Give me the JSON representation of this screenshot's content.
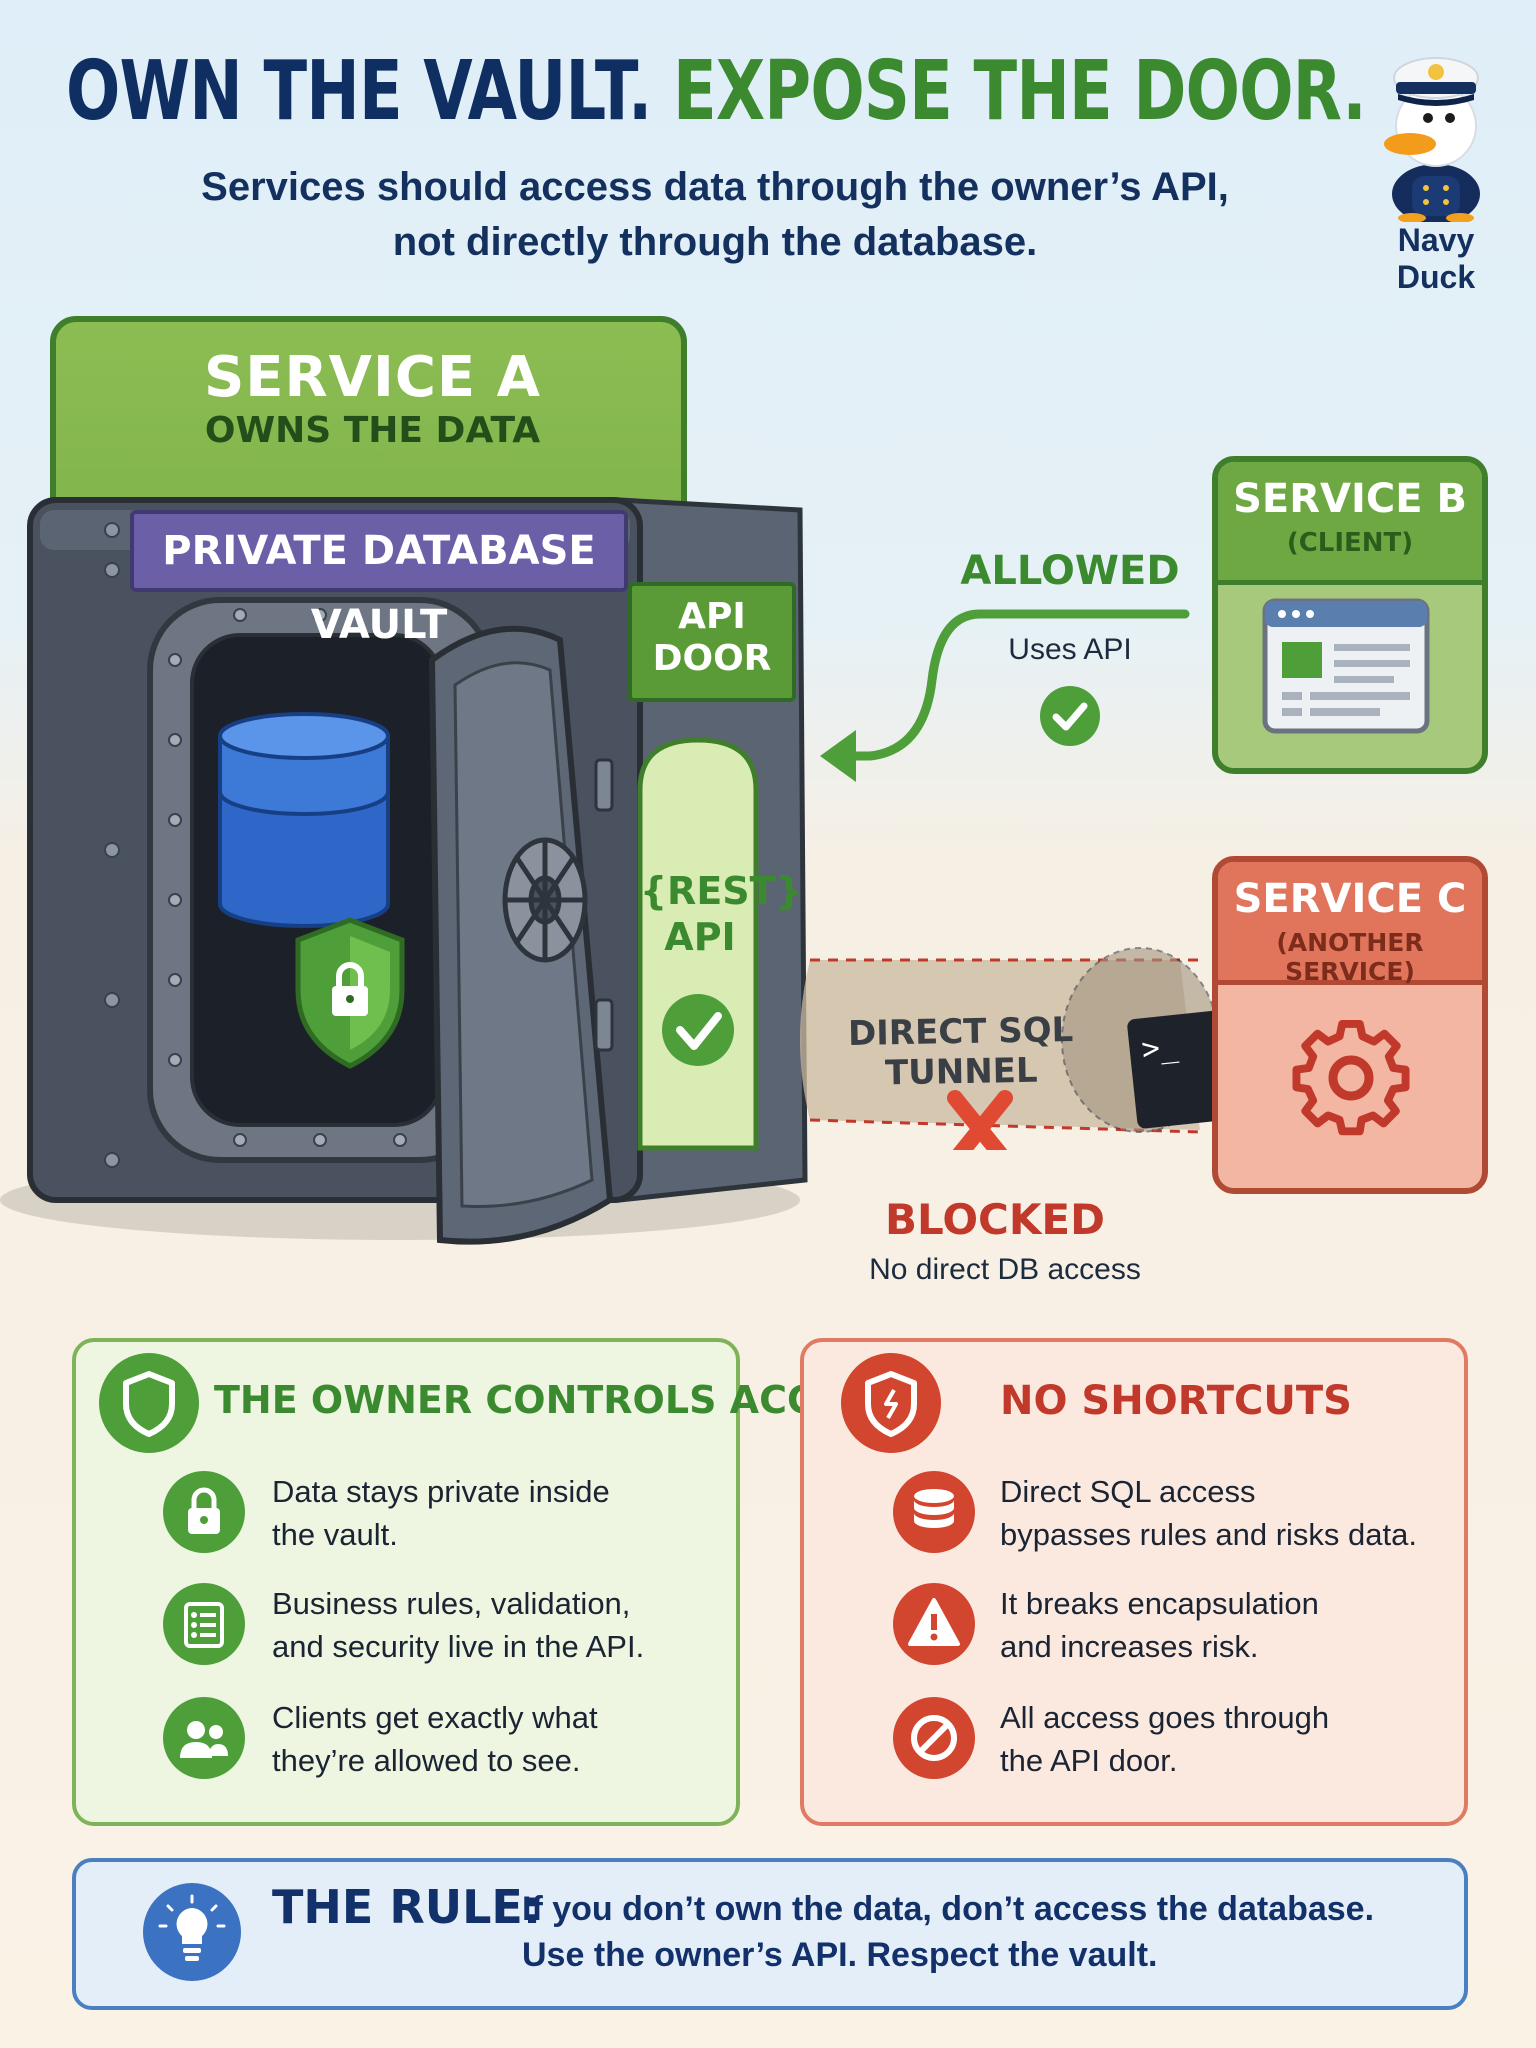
{
  "header": {
    "title_part1": "OWN THE VAULT.",
    "title_part2": "EXPOSE THE DOOR.",
    "subtitle_line1": "Services should access data through the owner’s API,",
    "subtitle_line2": "not directly through the database.",
    "mascot_label": "Navy Duck"
  },
  "service_a": {
    "title": "SERVICE A",
    "subtitle": "OWNS THE DATA"
  },
  "vault": {
    "label": "PRIVATE DATABASE VAULT",
    "api_door_line1": "API",
    "api_door_line2": "DOOR",
    "rest_line1": "{REST}",
    "rest_line2": "API"
  },
  "service_b": {
    "title": "SERVICE B",
    "subtitle": "(CLIENT)"
  },
  "service_c": {
    "title": "SERVICE C",
    "subtitle": "(ANOTHER SERVICE)"
  },
  "allowed": {
    "label": "ALLOWED",
    "caption": "Uses API"
  },
  "blocked": {
    "label": "BLOCKED",
    "caption": "No direct DB access",
    "tunnel_label": "DIRECT SQL TUNNEL",
    "terminal_prompt": ">_"
  },
  "owner_panel": {
    "title": "THE OWNER CONTROLS ACCESS",
    "items": [
      {
        "icon": "lock-icon",
        "line1": "Data stays private inside",
        "line2": "the vault."
      },
      {
        "icon": "checklist-icon",
        "line1": "Business rules, validation,",
        "line2": "and security live in the API."
      },
      {
        "icon": "users-icon",
        "line1": "Clients get exactly what",
        "line2": "they’re allowed to see."
      }
    ]
  },
  "shortcuts_panel": {
    "title": "NO SHORTCUTS",
    "items": [
      {
        "icon": "database-icon",
        "line1": "Direct SQL access",
        "line2": "bypasses rules and risks data."
      },
      {
        "icon": "warning-icon",
        "line1": "It breaks encapsulation",
        "line2": "and increases risk."
      },
      {
        "icon": "no-entry-icon",
        "line1": "All access goes through",
        "line2": "the API door."
      }
    ]
  },
  "rule": {
    "label": "THE RULE:",
    "line1": "If you don’t own the data, don’t access the database.",
    "line2": "Use the owner’s API. Respect the vault."
  },
  "colors": {
    "navy": "#0f2f63",
    "green": "#3b8a2f",
    "red": "#c0392b",
    "vault_gray": "#4a5260",
    "db_blue": "#2e67c7",
    "rule_blue": "#4a7fc1"
  }
}
